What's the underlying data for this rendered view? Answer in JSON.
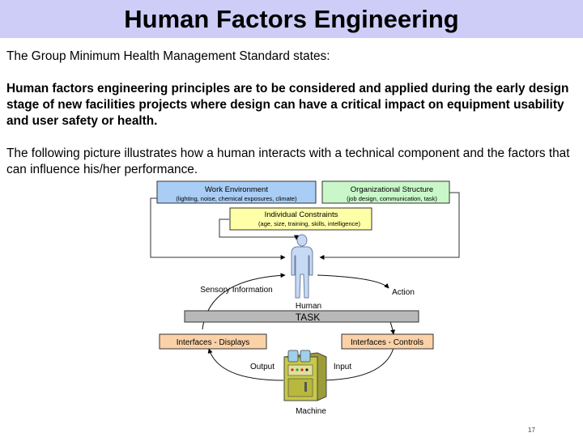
{
  "slide": {
    "title": "Human Factors Engineering",
    "intro": "The Group Minimum Health Management Standard states:",
    "quote": "Human factors engineering principles are to be considered and applied during the early design stage of new facilities projects where design can have a critical impact on equipment usability and user safety or health.",
    "description": "The following picture illustrates how a human interacts with a technical component and the factors that can influence his/her performance.",
    "page_number": "17"
  },
  "diagram": {
    "work_environment": {
      "title": "Work Environment",
      "detail": "(lighting, noise, chemical exposures, climate)",
      "color": "#a9cdf5"
    },
    "organizational_structure": {
      "title": "Organizational Structure",
      "detail": "(job design, communication, task)",
      "color": "#c9f7c9"
    },
    "individual_constraints": {
      "title": "Individual Constraints",
      "detail": "(age, size, training, skills, intelligence)",
      "color": "#ffffa8"
    },
    "sensory_information": "Sensory Information",
    "action": "Action",
    "human": "Human",
    "task": "TASK",
    "interfaces_displays": "Interfaces - Displays",
    "interfaces_controls": "Interfaces - Controls",
    "output": "Output",
    "input": "Input",
    "machine": "Machine",
    "colors": {
      "interfaces": "#fbd2a8",
      "task_bar": "#b8b8b8",
      "machine_body": "#c8c84a",
      "human_figure": "#c7daf5"
    }
  }
}
